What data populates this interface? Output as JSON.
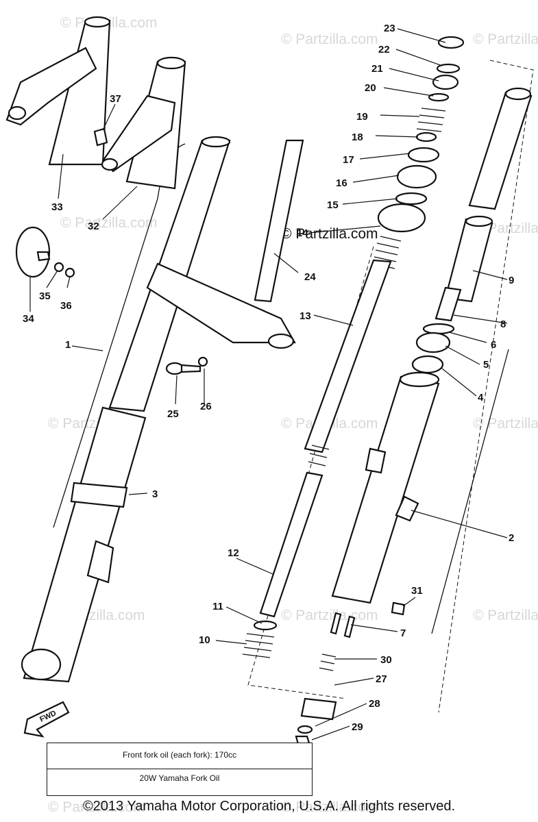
{
  "watermark": {
    "text": "© Partzilla.com",
    "main_text": "© Partzilla.com"
  },
  "callouts": [
    "1",
    "2",
    "3",
    "4",
    "5",
    "6",
    "7",
    "8",
    "9",
    "10",
    "11",
    "12",
    "13",
    "14",
    "15",
    "16",
    "17",
    "18",
    "19",
    "20",
    "21",
    "22",
    "23",
    "24",
    "25",
    "26",
    "27",
    "28",
    "29",
    "30",
    "31",
    "32",
    "33",
    "34",
    "35",
    "36",
    "37"
  ],
  "fwd_label": "FWD",
  "note": {
    "line1": "Front fork oil (each fork): 170cc",
    "line2": "20W Yamaha Fork Oil"
  },
  "copyright": "©2013 Yamaha Motor Corporation, U.S.A. All rights reserved."
}
